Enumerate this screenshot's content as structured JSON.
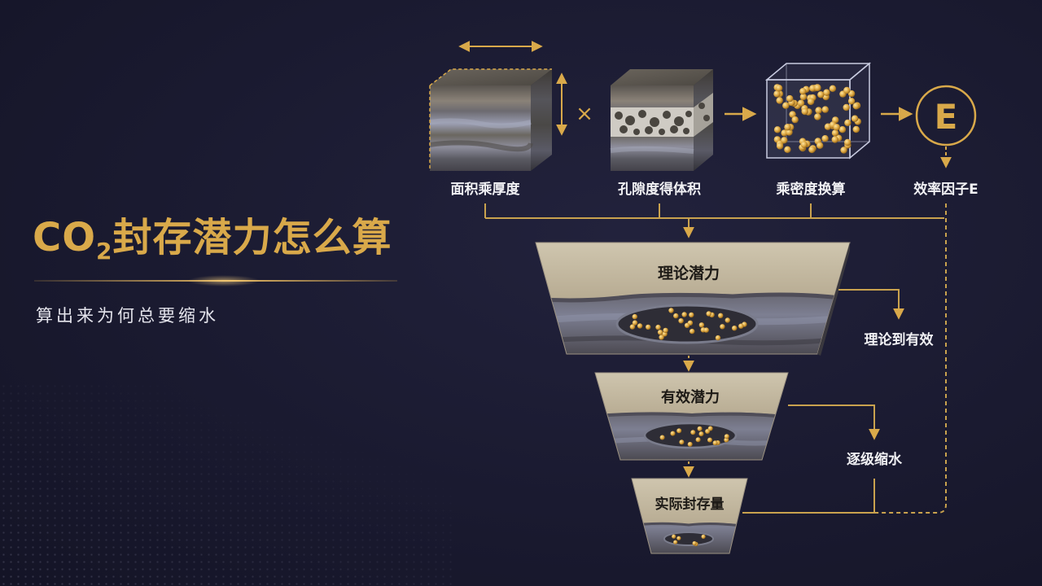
{
  "header": {
    "title_prefix": "CO",
    "title_subscript": "2",
    "title_suffix": "封存潜力怎么算",
    "subtitle": "算出来为何总要缩水"
  },
  "factors": [
    {
      "label": "面积乘厚度"
    },
    {
      "label": "孔隙度得体积"
    },
    {
      "label": "乘密度换算"
    },
    {
      "label": "效率因子E"
    }
  ],
  "operators": {
    "multiply": "×"
  },
  "efficiency_symbol": "E",
  "funnel": [
    {
      "label": "理论潜力"
    },
    {
      "label": "有效潜力"
    },
    {
      "label": "实际封存量"
    }
  ],
  "side_labels": [
    {
      "label": "理论到有效"
    },
    {
      "label": "逐级缩水"
    }
  ],
  "colors": {
    "accent": "#d9a94a",
    "background": "#1a1a30",
    "text": "#f1f1f4",
    "rock_top": "#c9bfa8"
  }
}
